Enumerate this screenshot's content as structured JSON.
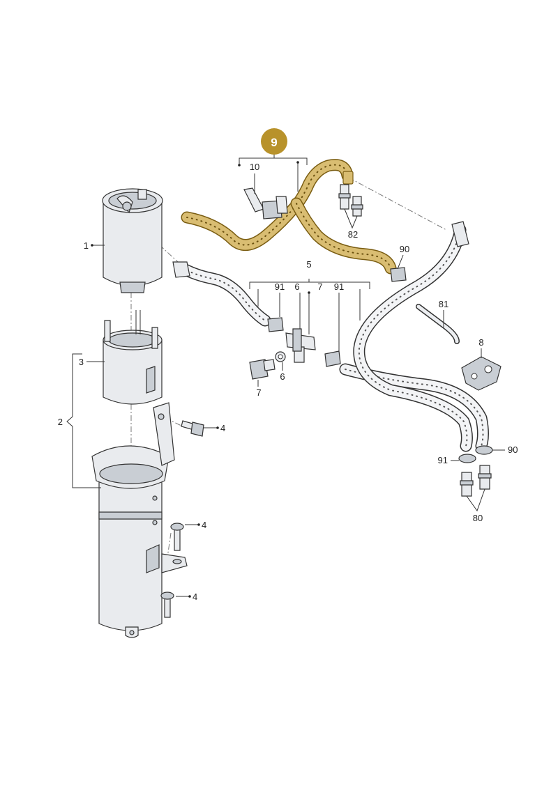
{
  "badge": {
    "number": "9",
    "color": "#b8922b"
  },
  "highlight_color": "#d9bd72",
  "labels": {
    "l1": "1",
    "l2": "2",
    "l3": "3",
    "l4a": "4",
    "l4b": "4",
    "l4c": "4",
    "l5": "5",
    "l6a": "6",
    "l6b": "6",
    "l7a": "7",
    "l7b": "7",
    "l8": "8",
    "l10": "10",
    "l80": "80",
    "l81": "81",
    "l82": "82",
    "l90a": "90",
    "l90b": "90",
    "l91a": "91",
    "l91b": "91",
    "l91c": "91"
  }
}
